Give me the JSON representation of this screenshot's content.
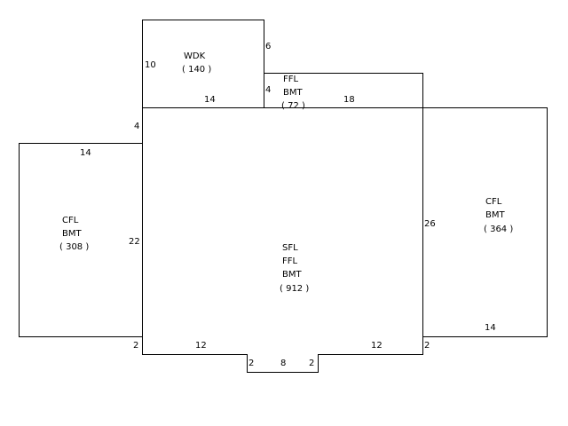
{
  "colors": {
    "line": "#000000",
    "background": "#ffffff"
  },
  "areas": {
    "wdk": {
      "code": "WDK",
      "area": "( 140 )"
    },
    "ffl_small": {
      "code": "FFL",
      "sub": "BMT",
      "area": "( 72 )"
    },
    "cfl_left": {
      "code": "CFL",
      "sub": "BMT",
      "area": "( 308 )"
    },
    "sfl_main": {
      "code": "SFL",
      "sub1": "FFL",
      "sub2": "BMT",
      "area": "( 912 )"
    },
    "cfl_right": {
      "code": "CFL",
      "sub": "BMT",
      "area": "( 364 )"
    }
  },
  "dimensions": {
    "wdk_height": "10",
    "wdk_right": "6",
    "wdk_bottom": "14",
    "ffl_left": "4",
    "ffl_bottom": "18",
    "main_left_top": "4",
    "left_top": "14",
    "left_height": "22",
    "left_step": "2",
    "main_bottom_left": "12",
    "main_bottom_right": "12",
    "bay_left": "2",
    "bay_width": "8",
    "bay_right": "2",
    "right_step": "2",
    "main_right": "26",
    "right_bottom": "14"
  }
}
